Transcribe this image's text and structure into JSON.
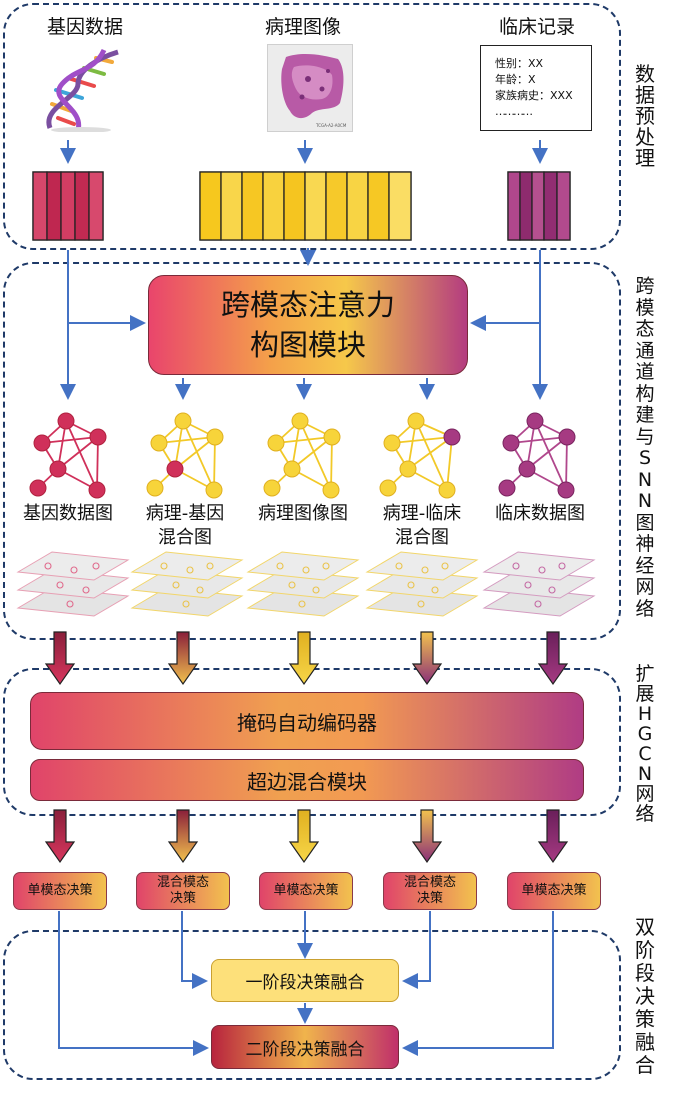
{
  "sources": {
    "genomic": "基因数据",
    "pathology": "病理图像",
    "clinical": "临床记录"
  },
  "clinical_card": {
    "line1": "性别：XX",
    "line2": "年龄：X",
    "line3": "家族病史：XXX",
    "line4": "…………"
  },
  "pathology_caption": "TCGA-A2-A0CM",
  "sections": {
    "preprocess": "数据预处理",
    "cross_modal": "跨模态通道构建与SNN图神经网络",
    "hgcn": "扩展HGCN网络",
    "fusion": "双阶段决策融合"
  },
  "attention_module": {
    "line1": "跨模态注意力",
    "line2": "构图模块"
  },
  "graphs": {
    "g1": "基因数据图",
    "g2": "病理-基因\n混合图",
    "g3": "病理图像图",
    "g4": "病理-临床\n混合图",
    "g5": "临床数据图"
  },
  "hgcn": {
    "autoencoder": "掩码自动编码器",
    "hyperedge": "超边混合模块"
  },
  "decisions": {
    "d1": "单模态决策",
    "d2": "混合模态\n决策",
    "d3": "单模态决策",
    "d4": "混合模态\n决策",
    "d5": "单模态决策"
  },
  "fusion": {
    "stage1": "一阶段决策融合",
    "stage2": "二阶段决策融合"
  },
  "colors": {
    "genomic": "#d0305a",
    "pathology": "#f7cc2a",
    "clinical": "#a63a82",
    "border": "#1f3a68",
    "arrow": "#4472c4"
  }
}
